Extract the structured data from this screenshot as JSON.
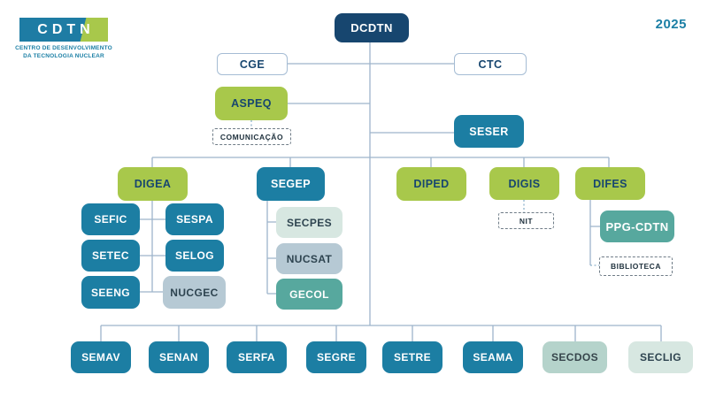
{
  "year": "2025",
  "logo": {
    "acronym": "CDTN",
    "subtitle_line1": "CENTRO DE DESENVOLVIMENTO",
    "subtitle_line2": "DA TECNOLOGIA NUCLEAR"
  },
  "nodes": {
    "dcdtn": "DCDTN",
    "cge": "CGE",
    "ctc": "CTC",
    "aspeq": "ASPEQ",
    "comunicacao": "COMUNICAÇÃO",
    "seser": "SESER",
    "digea": "DIGEA",
    "segep": "SEGEP",
    "diped": "DIPED",
    "digis": "DIGIS",
    "difes": "DIFES",
    "sefic": "SEFIC",
    "sespa": "SESPA",
    "setec": "SETEC",
    "selog": "SELOG",
    "seeng": "SEENG",
    "nucgec": "NUCGEC",
    "secpes": "SECPES",
    "nucsat": "NUCSAT",
    "gecol": "GECOL",
    "nit": "NIT",
    "ppg_cdtn": "PPG-CDTN",
    "biblioteca": "BIBLIOTECA",
    "semav": "SEMAV",
    "senan": "SENAN",
    "serfa": "SERFA",
    "segre": "SEGRE",
    "setre": "SETRE",
    "seama": "SEAMA",
    "secdos": "SECDOS",
    "seclig": "SECLIG"
  },
  "colors": {
    "navy": "#17466F",
    "teal": "#1C7EA3",
    "green": "#A8C84B",
    "seagreen": "#57A89E",
    "mint": "#D7E7E1",
    "blue_gray": "#B6C9D4",
    "pale_teal": "#B5D3CB",
    "connector_line": "#9DB4CB",
    "dotted_line": "#8FB3CC",
    "year_accent": "#1B7FA5"
  }
}
